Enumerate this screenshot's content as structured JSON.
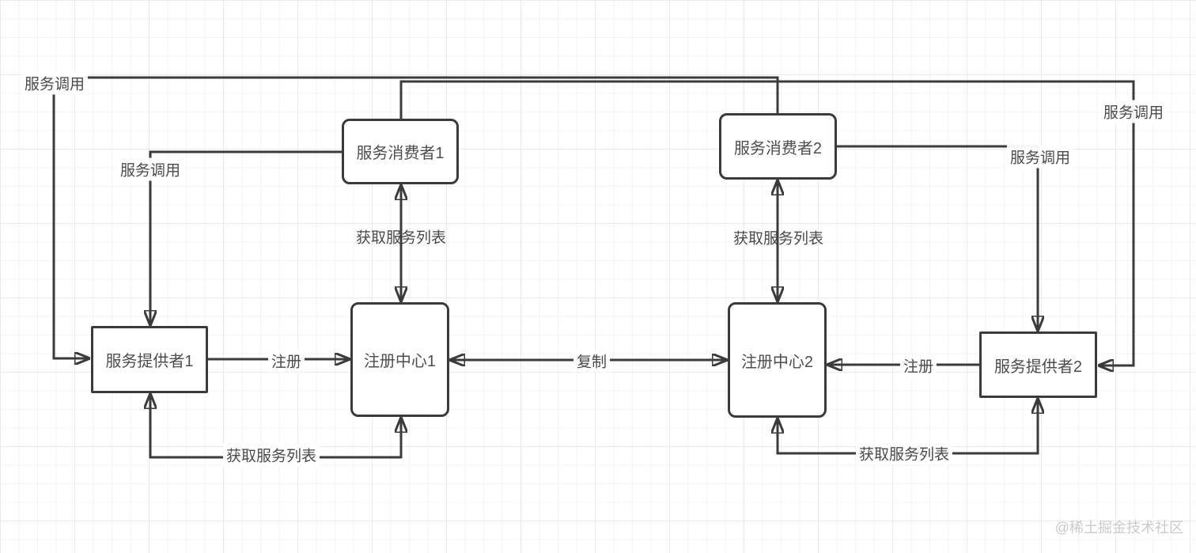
{
  "nodes": {
    "consumer1": "服务消费者1",
    "consumer2": "服务消费者2",
    "registry1": "注册中心1",
    "registry2": "注册中心2",
    "provider1": "服务提供者1",
    "provider2": "服务提供者2"
  },
  "edge_labels": {
    "call_consumer2_provider1": "服务调用",
    "call_consumer1_provider1": "服务调用",
    "call_consumer1_provider2": "服务调用",
    "call_consumer2_provider2": "服务调用",
    "getlist_consumer1_registry1": "获取服务列表",
    "getlist_consumer2_registry2": "获取服务列表",
    "register_provider1_registry1": "注册",
    "register_provider2_registry2": "注册",
    "replicate_registry1_registry2": "复制",
    "getlist_provider1_registry1": "获取服务列表",
    "getlist_provider2_registry2": "获取服务列表"
  },
  "watermark": "@稀土掘金技术社区",
  "colors": {
    "line": "#3b3b3b",
    "node_border": "#3b3b3b",
    "node_fill": "#ffffff",
    "text": "#4d4d4d",
    "grid_minor": "#f3f3f6",
    "grid_major": "#e9e9ee",
    "watermark": "#cbcbcb",
    "background": "#ffffff"
  }
}
